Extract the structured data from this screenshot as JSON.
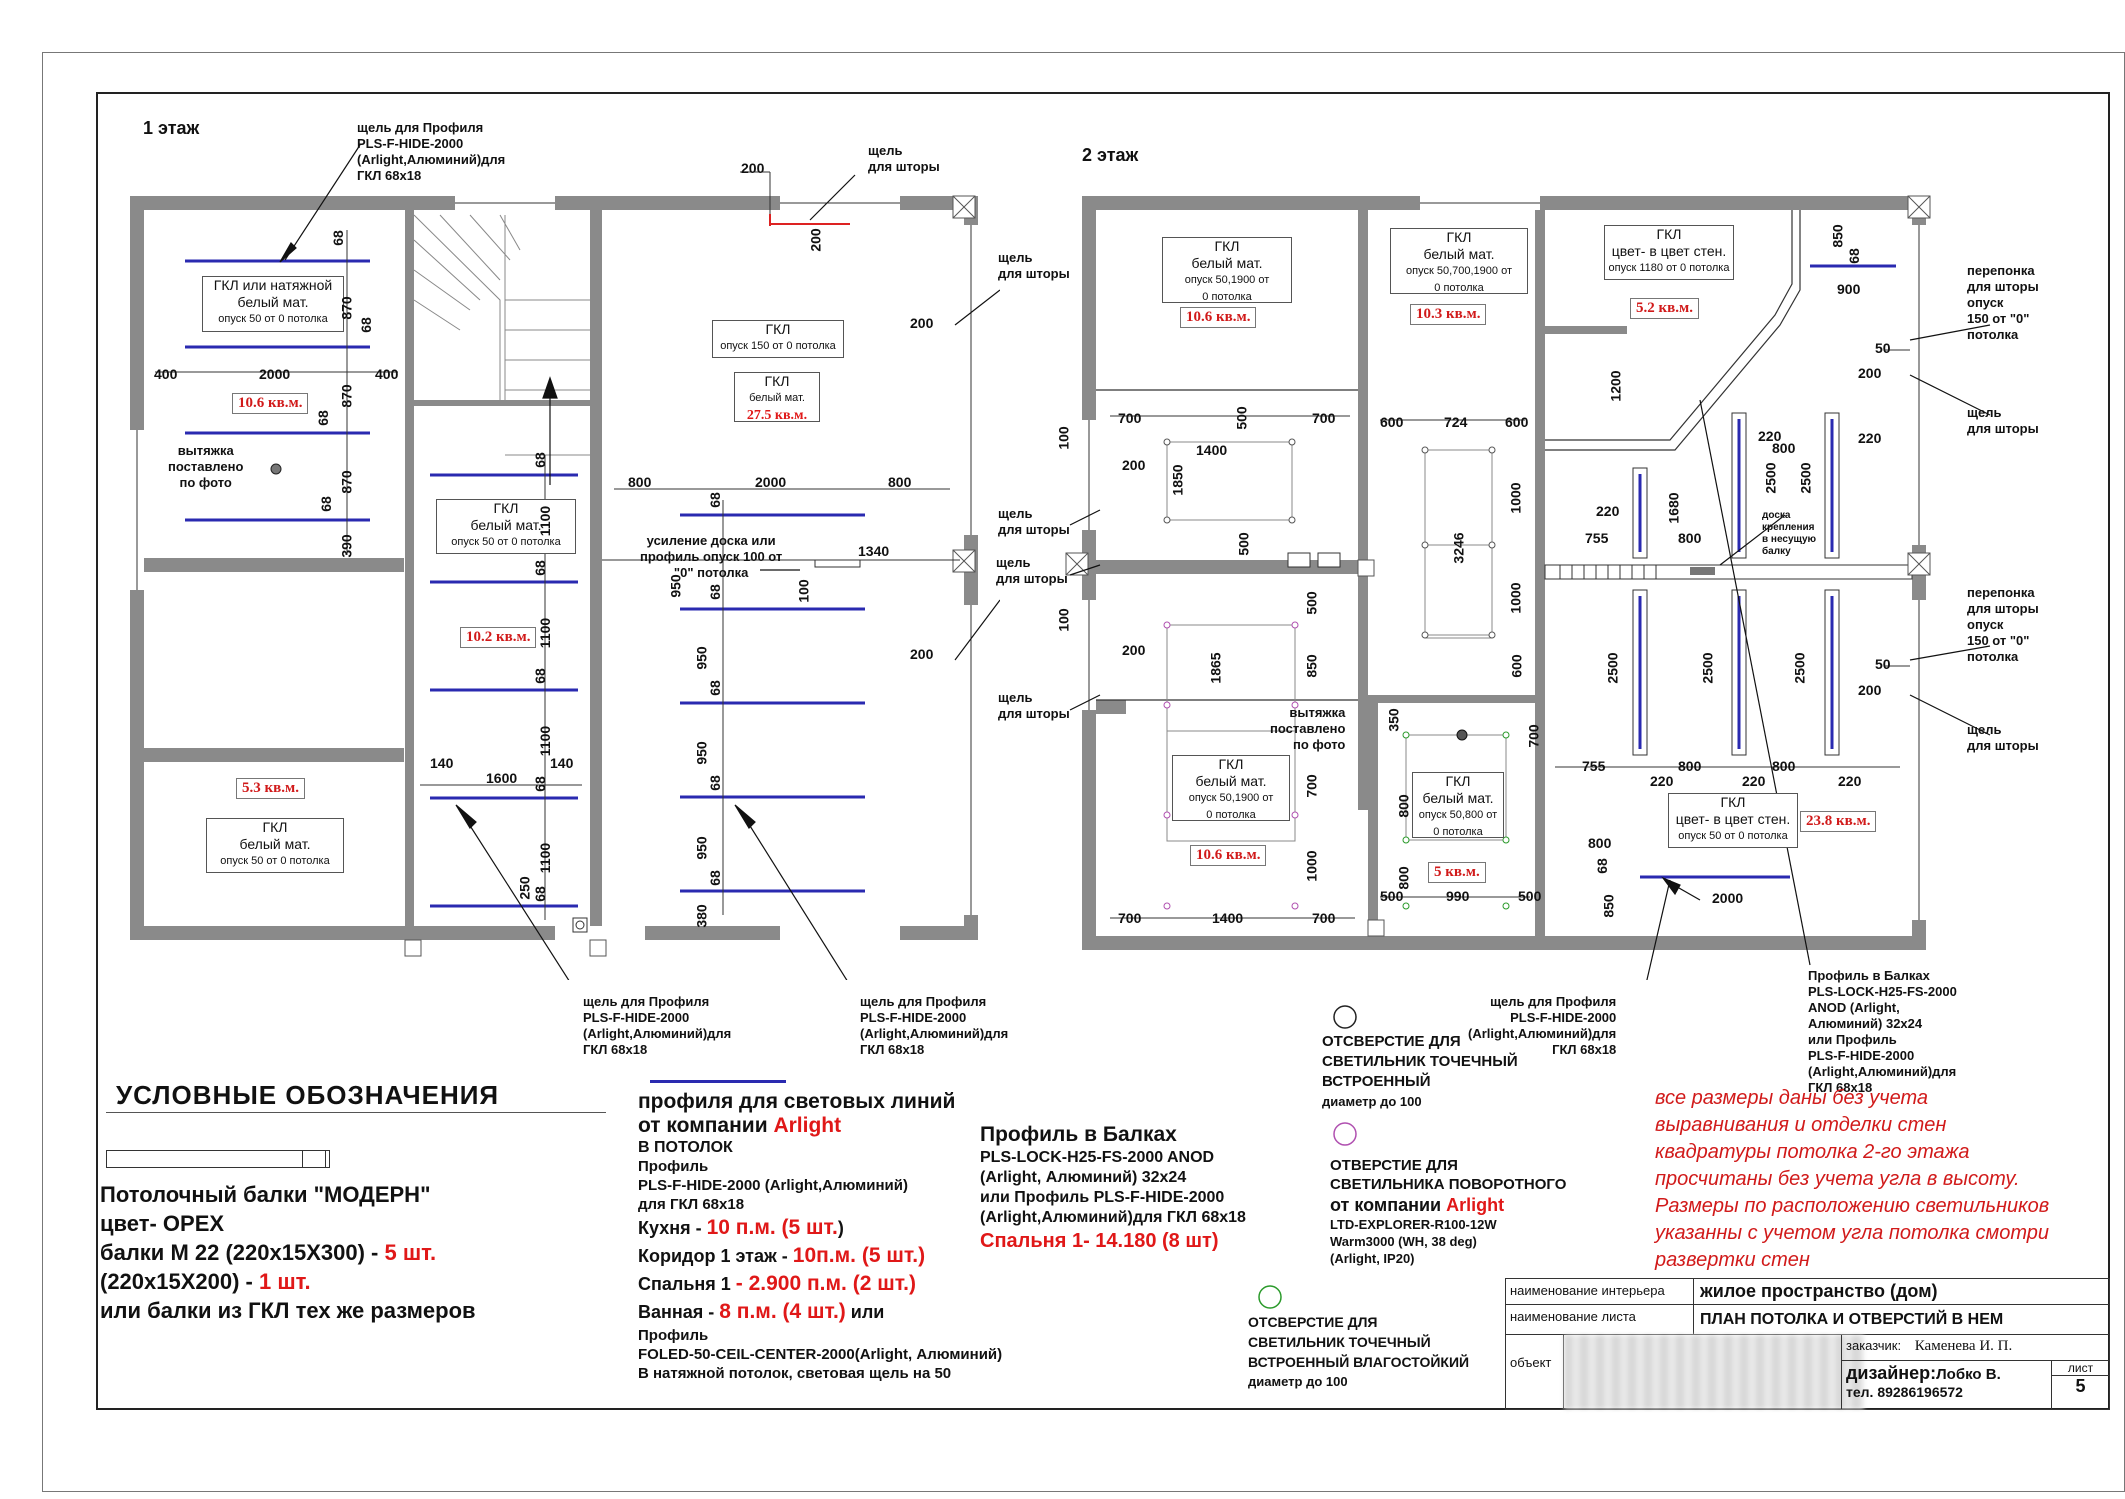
{
  "floor1": {
    "title": "1 этаж",
    "slot_profile_top": [
      "щель для Профиля",
      "PLS-F-HIDE-2000",
      "(Arlight,Алюминий)для",
      "ГКЛ 68x18"
    ],
    "slot_curtain_top": [
      "щель",
      "для шторы"
    ],
    "slot_curtain_right": [
      "щель",
      "для шторы"
    ],
    "box_left_top": [
      "ГКЛ или натяжной",
      "белый мат.",
      "опуск 50 от 0 потолка"
    ],
    "area_left_top": "10.6 кв.м.",
    "hood_label": [
      "вытяжка",
      "поставлено",
      "по фото"
    ],
    "box_corridor": [
      "ГКЛ",
      "белый мат.",
      "опуск 50 от 0 потолка"
    ],
    "area_corridor": "10.2 кв.м.",
    "box_left_bottom": [
      "ГКЛ",
      "белый мат.",
      "опуск 50 от 0 потолка"
    ],
    "area_left_bottom": "5.3 кв.м.",
    "box_big_1": [
      "ГКЛ",
      "опуск 150 от 0 потолка"
    ],
    "box_big_2": [
      "ГКЛ",
      "белый мат."
    ],
    "area_big": "27.5 кв.м.",
    "reinforce": [
      "усиление доска или",
      "профиль опуск 100 от",
      "\"0\" потолка"
    ],
    "slot_profile_bl": [
      "щель для Профиля",
      "PLS-F-HIDE-2000",
      "(Arlight,Алюминий)для",
      "ГКЛ 68x18"
    ],
    "slot_profile_br": [
      "щель для Профиля",
      "PLS-F-HIDE-2000",
      "(Arlight,Алюминий)для",
      "ГКЛ 68x18"
    ],
    "dims": {
      "d200a": "200",
      "d200b": "200",
      "d200c": "200",
      "d200d": "200",
      "d68a": "68",
      "d870a": "870",
      "d68b": "68",
      "d870b": "870",
      "d68c": "68",
      "d870c": "870",
      "d68d": "68",
      "d390": "390",
      "d400a": "400",
      "d2000a": "2000",
      "d400b": "400",
      "d68e": "68",
      "d1100a": "1100",
      "d68f": "68",
      "d1100b": "1100",
      "d68g": "68",
      "d1100c": "1100",
      "d68h": "68",
      "d1100d": "1100",
      "d68i": "68",
      "d140a": "140",
      "d1600": "1600",
      "d140b": "140",
      "d250": "250",
      "d800a": "800",
      "d2000b": "2000",
      "d800b": "800",
      "d68j": "68",
      "d950a": "950",
      "d100": "100",
      "d1340": "1340",
      "d68k": "68",
      "d950b": "950",
      "d68l": "68",
      "d950c": "950",
      "d68m": "68",
      "d950d": "950",
      "d68n": "68",
      "d380": "380"
    }
  },
  "floor2": {
    "title": "2 этаж",
    "box_a": [
      "ГКЛ",
      "белый мат.",
      "опуск 50,1900 от",
      "0 потолка"
    ],
    "area_a": "10.6 кв.м.",
    "box_b": [
      "ГКЛ",
      "белый мат.",
      "опуск 50,700,1900 от",
      "0 потолка"
    ],
    "area_b": "10.3 кв.м.",
    "box_c": [
      "ГКЛ",
      "цвет- в цвет стен.",
      "опуск 1180 от 0 потолка"
    ],
    "area_c": "5.2 кв.м.",
    "box_d": [
      "ГКЛ",
      "белый мат.",
      "опуск 50,1900 от",
      "0 потолка"
    ],
    "area_d": "10.6 кв.м.",
    "box_e": [
      "ГКЛ",
      "белый мат.",
      "опуск 50,800 от",
      "0 потолка"
    ],
    "area_e": "5 кв.м.",
    "box_f": [
      "ГКЛ",
      "цвет- в цвет стен.",
      "опуск 50 от 0 потолка"
    ],
    "area_f": "23.8 кв.м.",
    "hood_label": [
      "вытяжка",
      "поставлено",
      "по фото"
    ],
    "board": [
      "доска",
      "крепления",
      "в несущую",
      "балку"
    ],
    "slot_curtain_l1": [
      "щель",
      "для шторы"
    ],
    "slot_curtain_l2": [
      "щель",
      "для шторы"
    ],
    "slot_curtain_l3": [
      "щель",
      "для шторы"
    ],
    "slot_curtain_r1": [
      "щель",
      "для шторы"
    ],
    "slot_curtain_r2": [
      "щель",
      "для шторы"
    ],
    "membrane1": [
      "перепонка",
      "для шторы",
      "опуск",
      "150 от \"0\"",
      "потолка"
    ],
    "membrane2": [
      "перепонка",
      "для шторы",
      "опуск",
      "150 от \"0\"",
      "потолка"
    ],
    "slot_profile": [
      "щель для Профиля",
      "PLS-F-HIDE-2000",
      "(Arlight,Алюминий)для",
      "ГКЛ 68x18"
    ],
    "beam_profile": [
      "Профиль в Балках",
      "PLS-LOCK-H25-FS-2000",
      "ANOD (Arlight,",
      "Алюминий) 32x24",
      "или   Профиль",
      "PLS-F-HIDE-2000",
      "(Arlight,Алюминий)для",
      "ГКЛ 68x18"
    ],
    "dims": {
      "d700a": "700",
      "d500a": "500",
      "d700b": "700",
      "d1400a": "1400",
      "d100a": "100",
      "d200a": "200",
      "d1850": "1850",
      "d500b": "500",
      "d600a": "600",
      "d724": "724",
      "d600b": "600",
      "d3246": "3246",
      "d1000a": "1000",
      "d1000b": "1000",
      "d600c": "600",
      "d850a": "850",
      "d68a": "68",
      "d900": "900",
      "d1200": "1200",
      "d50a": "50",
      "d200b": "200",
      "d220a": "220",
      "d800a": "800",
      "d220b": "220",
      "d2500a": "2500",
      "d2500b": "2500",
      "d1680": "1680",
      "d220c": "220",
      "d755a": "755",
      "d800b": "800",
      "d100b": "100",
      "d200c": "200",
      "d1865": "1865",
      "d500c": "500",
      "d850b": "850",
      "d700c": "700",
      "d1000c": "1000",
      "d700d": "700",
      "d1400b": "1400",
      "d700e": "700",
      "d350": "350",
      "d700f": "700",
      "d800c": "800",
      "d800d": "800",
      "d500d": "500",
      "d990": "990",
      "d500e": "500",
      "d2500c": "2500",
      "d2500d": "2500",
      "d2500e": "2500",
      "d755b": "755",
      "d800e": "800",
      "d800f": "800",
      "d220d": "220",
      "d220e": "220",
      "d220f": "220",
      "d50b": "50",
      "d200d": "200",
      "d800g": "800",
      "d68b": "68",
      "d850c": "850",
      "d2000": "2000"
    }
  },
  "legend": {
    "title": "УСЛОВНЫЕ ОБОЗНАЧЕНИЯ",
    "beams_1": "Потолочный балки \"МОДЕРН\"",
    "beams_2": "цвет- ОРЕХ",
    "beams_3a": "балки М 22 (220х15Х300) - ",
    "beams_3b": "5 шт.",
    "beams_4a": "(220х15Х200) - ",
    "beams_4b": "1 шт.",
    "beams_5": "или балки из ГКЛ тех же размеров",
    "prof_title": "профиля для световых линий",
    "prof_company_a": "от компании ",
    "prof_company_b": "Arlight",
    "prof_l1": "в потолок",
    "prof_l2": "Профиль",
    "prof_l3": "PLS-F-HIDE-2000 (Arlight,Алюминий)",
    "prof_l4": "для ГКЛ 68х18",
    "kitchen_a": "Кухня - ",
    "kitchen_b": "10 п.м. (5 шт.",
    "kitchen_c": ")",
    "corridor_a": "Коридор 1 этаж - ",
    "corridor_b": "10п.м. (5 шт.)",
    "bedroom_a": "Спальня 1 ",
    "bedroom_b": "- 2.900 п.м. (2 шт.)",
    "bath_a": "Ванная - ",
    "bath_b": "8 п.м. (4 шт.)",
    "bath_c": " или",
    "prof_l5": "Профиль",
    "prof_l6": "FOLED-50-CEIL-CENTER-2000(Arlight, Алюминий)",
    "prof_l7": "В натяжной потолок, световая щель на 50",
    "beam_title": "Профиль в Балках",
    "beam_l1": "PLS-LOCK-H25-FS-2000 ANOD",
    "beam_l2": "(Arlight, Алюминий) 32х24",
    "beam_l3": "или  Профиль PLS-F-HIDE-2000",
    "beam_l4": "(Arlight,Алюминий)для ГКЛ 68х18",
    "beam_l5": "Спальня 1- 14.180 (8 шт)",
    "hole1": [
      "ОТСВЕРСТИЕ ДЛЯ",
      "СВЕТИЛЬНИК ТОЧЕЧНЫЙ",
      "ВСТРОЕННЫЙ"
    ],
    "hole1_d": "диаметр до 100",
    "hole2": [
      "ОТВЕРСТИЕ ДЛЯ",
      "СВЕТИЛЬНИКА ПОВОРОТНОГО"
    ],
    "hole2_ca": "от компании ",
    "hole2_cb": "Arlight",
    "hole2_l": [
      "LTD-EXPLORER-R100-12W",
      "Warm3000 (WH, 38 deg)",
      "(Arlight, IP20)"
    ],
    "hole3": [
      "ОТСВЕРСТИЕ ДЛЯ",
      "СВЕТИЛЬНИК ТОЧЕЧНЫЙ",
      "ВСТРОЕННЫЙ ВЛАГОСТОЙКИЙ"
    ],
    "hole3_d": "диаметр до 100"
  },
  "notes": [
    "все размеры даны без учета",
    "выравнивания и отделки стен",
    "квадратуры потолка 2-го этажа",
    "просчитаны без учета угла в высоту.",
    "Размеры по расположению светильников",
    "указанны с учетом угла потолка смотри",
    "развертки стен"
  ],
  "titleblock": {
    "interior_label": "наименование интерьера",
    "interior_value": "жилое пространство (дом)",
    "sheet_label": "наименование листа",
    "sheet_value": "ПЛАН ПОТОЛКА И ОТВЕРСТИЙ В НЕМ",
    "object_label": "объект",
    "client_label": "заказчик:",
    "client_value": "Каменева И. П.",
    "designer_label": "дизайнер:",
    "designer_value": "Лобко В.",
    "phone": "тел. 89286196572",
    "page_label": "лист",
    "page_value": "5"
  },
  "colors": {
    "wall": "#8a8a8a",
    "area": "#d11a1a",
    "profile": "#2a2ab0",
    "accent_red": "#e01818"
  }
}
